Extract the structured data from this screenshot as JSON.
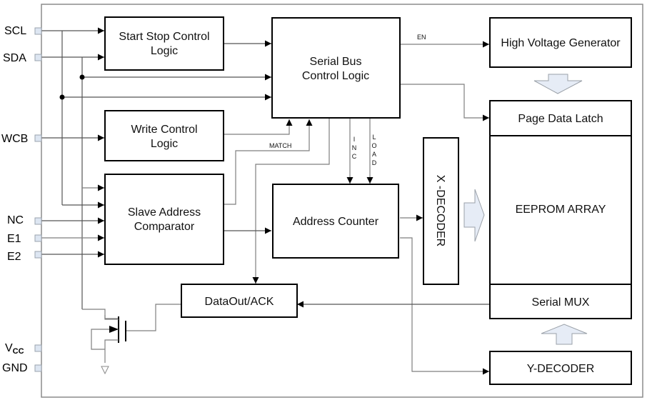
{
  "pins": {
    "scl": "SCL",
    "sda": "SDA",
    "wcb": "WCB",
    "nc": "NC",
    "e1": "E1",
    "e2": "E2",
    "vcc_main": "V",
    "vcc_sub": "CC",
    "gnd": "GND"
  },
  "blocks": {
    "start_stop": [
      "Start Stop Control",
      "Logic"
    ],
    "serial_bus": [
      "Serial Bus",
      "Control Logic"
    ],
    "high_voltage": [
      "High Voltage Generator"
    ],
    "write_control": [
      "Write Control",
      "Logic"
    ],
    "page_latch": [
      "Page Data Latch"
    ],
    "slave_addr": [
      "Slave Address",
      "Comparator"
    ],
    "addr_counter": [
      "Address Counter"
    ],
    "x_decoder": "X -DECODER",
    "eeprom": [
      "EEPROM ARRAY"
    ],
    "dataout": [
      "DataOut/ACK"
    ],
    "serial_mux": [
      "Serial MUX"
    ],
    "y_decoder": [
      "Y-DECODER"
    ]
  },
  "signals": {
    "en": "EN",
    "match": "MATCH",
    "inc": [
      "I",
      "N",
      "C"
    ],
    "load": [
      "L",
      "O",
      "A",
      "D"
    ]
  }
}
